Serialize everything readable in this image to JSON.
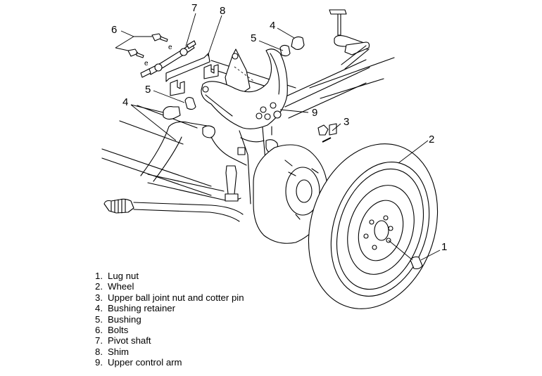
{
  "diagram": {
    "subject": "Front suspension upper control arm and wheel removal",
    "callouts": [
      {
        "id": "c1",
        "number": "1"
      },
      {
        "id": "c2",
        "number": "2"
      },
      {
        "id": "c3",
        "number": "3"
      },
      {
        "id": "c4a",
        "number": "4"
      },
      {
        "id": "c4b",
        "number": "4"
      },
      {
        "id": "c5a",
        "number": "5"
      },
      {
        "id": "c5b",
        "number": "5"
      },
      {
        "id": "c6",
        "number": "6"
      },
      {
        "id": "c7",
        "number": "7"
      },
      {
        "id": "c8",
        "number": "8"
      },
      {
        "id": "c9",
        "number": "9"
      }
    ]
  },
  "legend": [
    {
      "number": "1.",
      "label": "Lug nut"
    },
    {
      "number": "2.",
      "label": "Wheel"
    },
    {
      "number": "3.",
      "label": "Upper ball joint nut and cotter pin"
    },
    {
      "number": "4.",
      "label": "Bushing retainer"
    },
    {
      "number": "5.",
      "label": "Bushing"
    },
    {
      "number": "6.",
      "label": "Bolts"
    },
    {
      "number": "7.",
      "label": "Pivot shaft"
    },
    {
      "number": "8.",
      "label": "Shim"
    },
    {
      "number": "9.",
      "label": "Upper control arm"
    }
  ]
}
